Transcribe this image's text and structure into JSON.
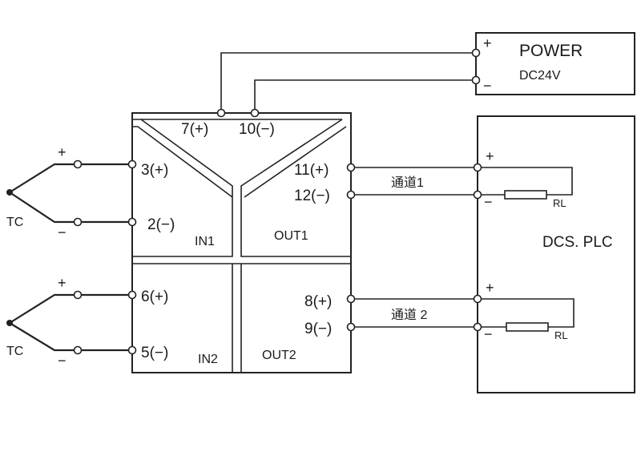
{
  "power": {
    "title": "POWER",
    "voltage": "DC24V",
    "plus": "+",
    "minus": "−"
  },
  "module": {
    "top_terminals": [
      "7(+)",
      "10(−)"
    ],
    "in1": {
      "name": "IN1",
      "plus": "3(+)",
      "minus": "2(−)"
    },
    "in2": {
      "name": "IN2",
      "plus": "6(+)",
      "minus": "5(−)"
    },
    "out1": {
      "name": "OUT1",
      "plus": "11(+)",
      "minus": "12(−)"
    },
    "out2": {
      "name": "OUT2",
      "plus": "8(+)",
      "minus": "9(−)"
    }
  },
  "sensors": [
    {
      "label": "TC",
      "plus": "+",
      "minus": "−"
    },
    {
      "label": "TC",
      "plus": "+",
      "minus": "−"
    }
  ],
  "channels": [
    "通道1",
    "通道 2"
  ],
  "dcs": {
    "title": "DCS. PLC",
    "loads": [
      {
        "label": "RL",
        "plus": "+",
        "minus": "−"
      },
      {
        "label": "RL",
        "plus": "+",
        "minus": "−"
      }
    ]
  }
}
